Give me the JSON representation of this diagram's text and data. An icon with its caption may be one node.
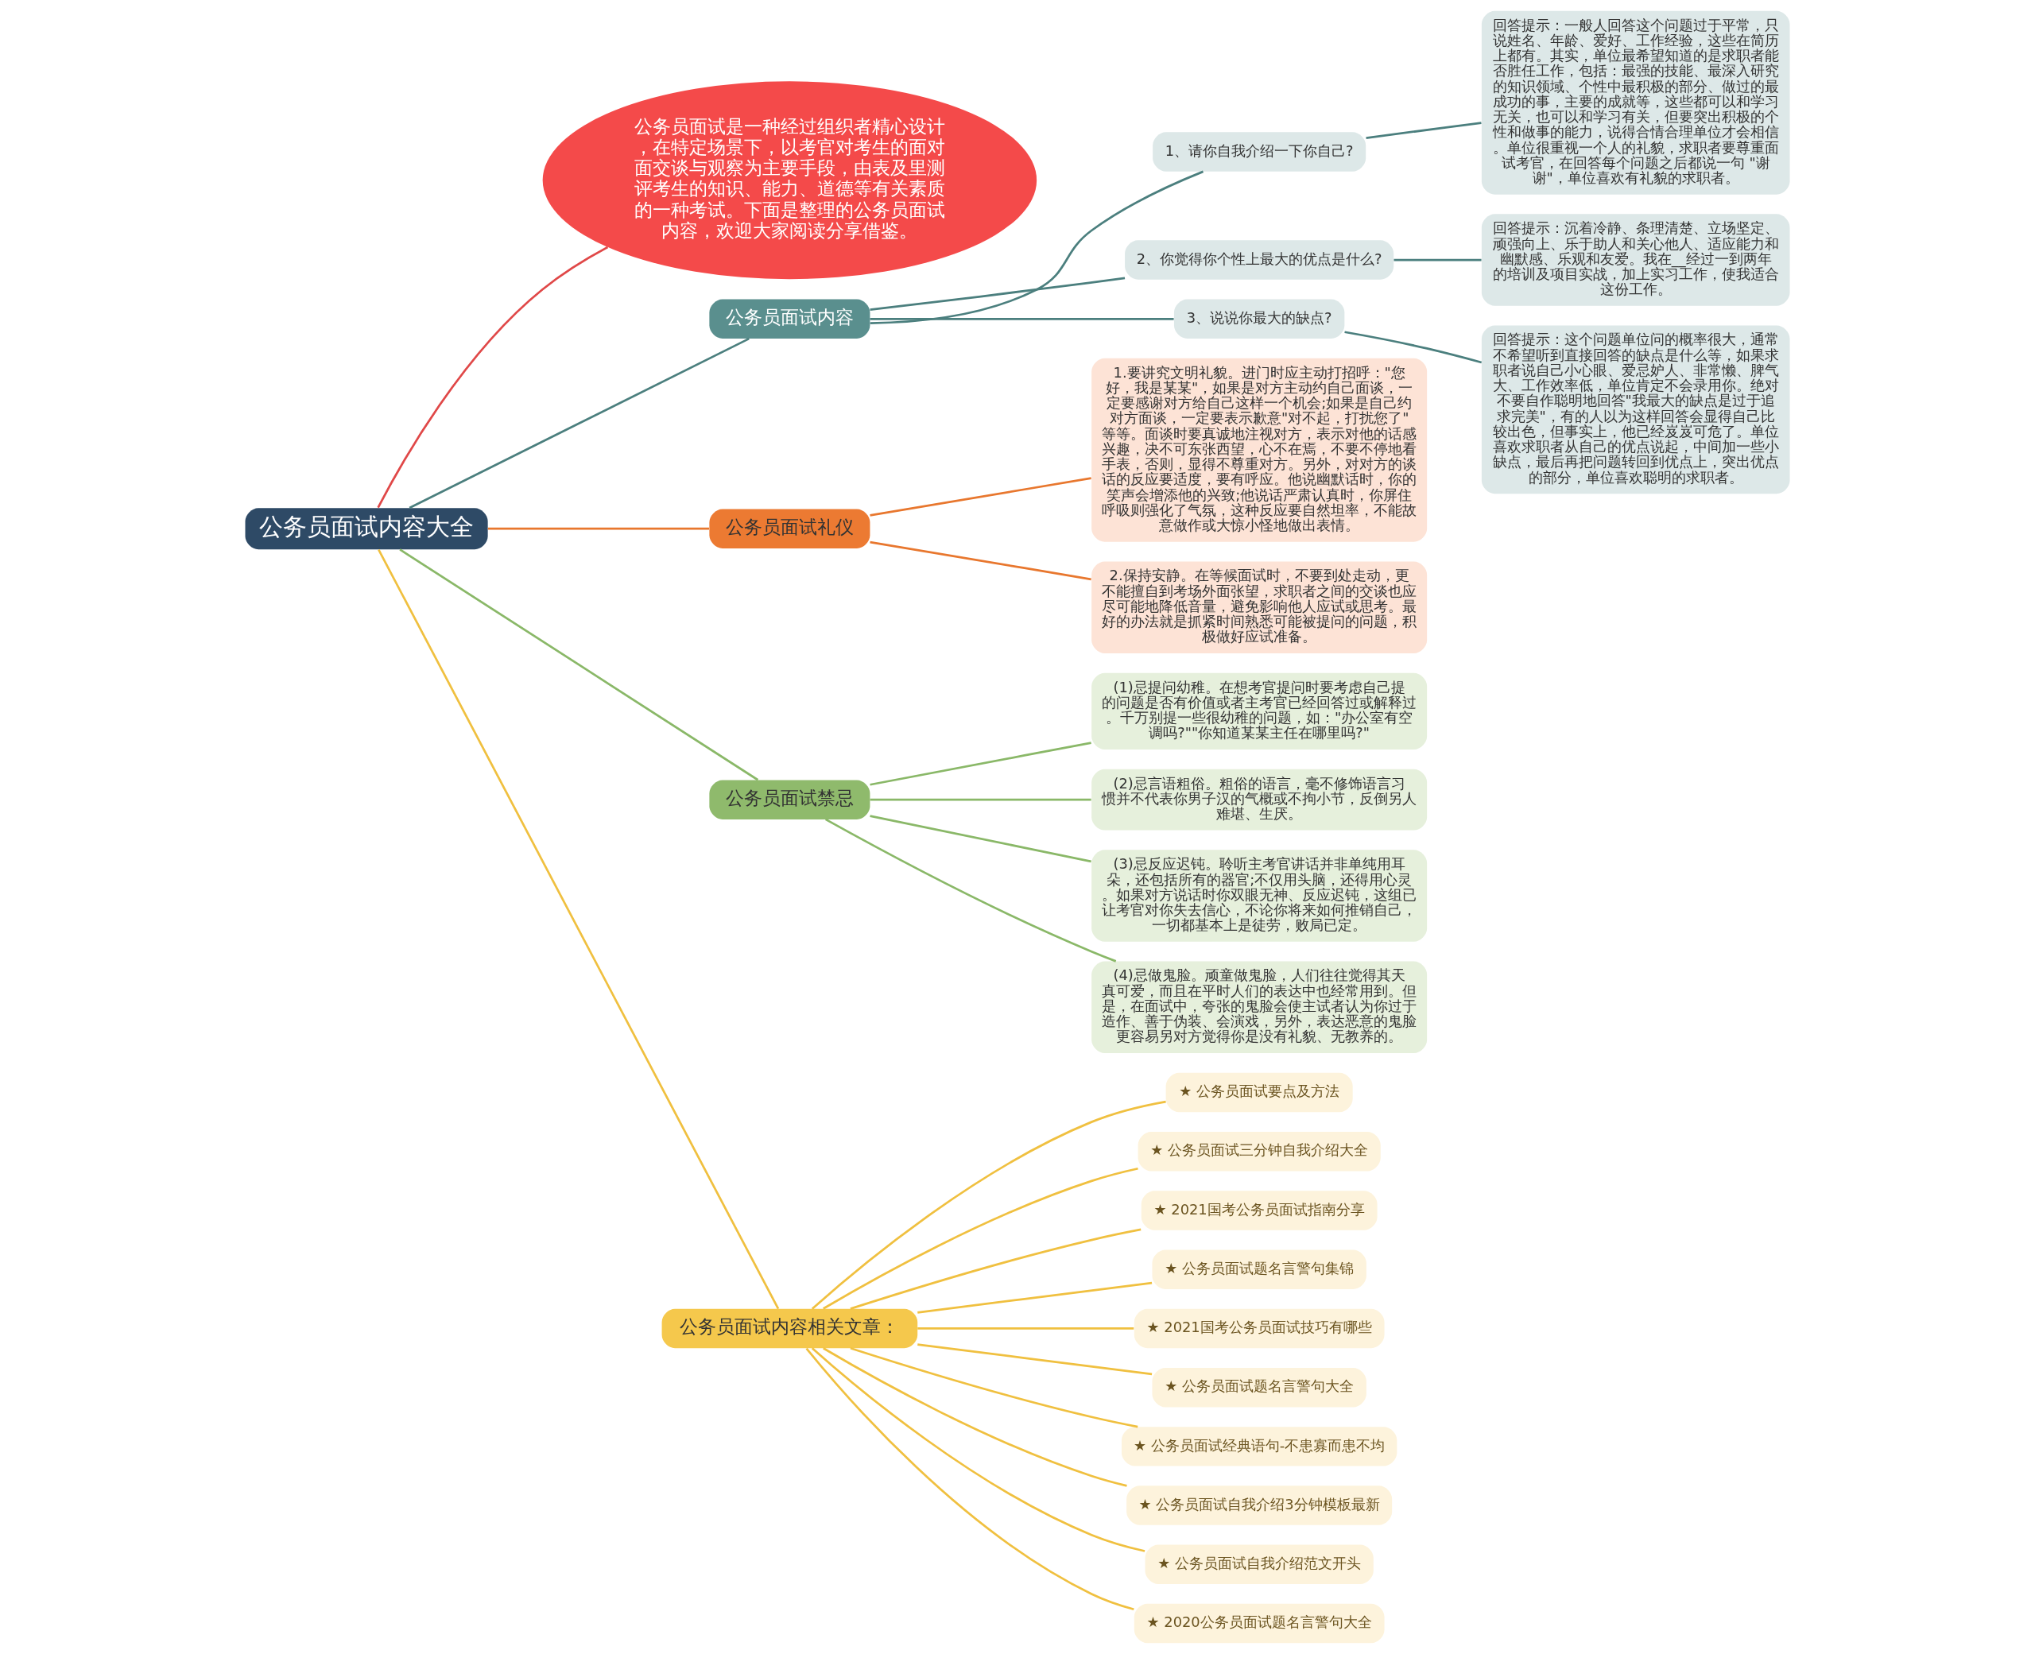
{
  "diagram": {
    "nodes": [
      {
        "text": [
          "公务员面试内容大全"
        ]
      },
      {
        "text": [
          "公务员面试是一种经过组织者精心设计，在特定场景下，以考官对考生的面对面交谈与观察为主要手段，由表及里测评考生的知识、能力、道德等有关素质的一种考试。下面是整理的公务员面试内容，欢迎大家阅读分享借鉴。"
        ]
      },
      {
        "text": [
          "公务员面试内容"
        ]
      },
      {
        "text": [
          "1、请你自我介绍一下你自己?"
        ]
      },
      {
        "text": [
          "回答提示：一般人回答这个问题过于平常，只说姓名、年龄、爱好、工作经验，这些在简历上都有。其实，单位最希望知道的是求职者能否胜任工作，包括：最强的技能、最深入研究的知识领域、个性中最积极的部分、做过的最成功的事，主要的成就等，这些都可以和学习无关，也可以和学习有关，但要突出积极的个性和做事的能力，说得合情合理单位才会相信。单位很重视一个人的礼貌，求职者要尊重面试考官，在回答每个问题之后都说一句 \"谢谢\"，单位喜欢有礼貌的求职者。"
        ]
      },
      {
        "text": [
          "2、你觉得你个性上最大的优点是什么?"
        ]
      },
      {
        "text": [
          "回答提示：沉着冷静、条理清楚、立场坚定、顽强向上、乐于助人和关心他人、适应能力和幽默感、乐观和友爱。我在__经过一到两年的培训及项目实战，加上实习工作，使我适合这份工作。"
        ]
      },
      {
        "text": [
          "3、说说你最大的缺点?"
        ]
      },
      {
        "text": [
          "回答提示：这个问题单位问的概率很大，通常不希望听到直接回答的缺点是什么等，如果求职者说自己小心眼、爱忌妒人、非常懒、脾气大、工作效率低，单位肯定不会录用你。绝对不要自作聪明地回答\"我最大的缺点是过于追求完美\"，有的人以为这样回答会显得自己比较出色，但事实上，他已经岌岌可危了。单位喜欢求职者从自己的优点说起，中间加一些小缺点，最后再把问题转回到优点上，突出优点的部分，单位喜欢聪明的求职者。"
        ]
      },
      {
        "text": [
          "公务员面试礼仪"
        ]
      },
      {
        "text": [
          "1.要讲究文明礼貌。进门时应主动打招呼：\"您好，我是某某\"，如果是对方主动约自己面谈，一定要感谢对方给自己这样一个机会;如果是自己约对方面谈，一定要表示歉意\"对不起，打扰您了\"等等。面谈时要真诚地注视对方，表示对他的话感兴趣，决不可东张西望，心不在焉，不要不停地看手表，否则，显得不尊重对方。另外，对对方的谈话的反应要适度，要有呼应。他说幽默话时，你的笑声会增添他的兴致;他说话严肃认真时，你屏住呼吸则强化了气氛，这种反应要自然坦率，不能故意做作或大惊小怪地做出表情。"
        ]
      },
      {
        "text": [
          "2.保持安静。在等候面试时，不要到处走动，更不能擅自到考场外面张望，求职者之间的交谈也应尽可能地降低音量，避免影响他人应试或思考。最好的办法就是抓紧时间熟悉可能被提问的问题，积极做好应试准备。"
        ]
      },
      {
        "text": [
          "公务员面试禁忌"
        ]
      },
      {
        "text": [
          "(1)忌提问幼稚。在想考官提问时要考虑自己提的问题是否有价值或者主考官已经回答过或解释过。千万别提一些很幼稚的问题，如：\"办公室有空调吗?\"\"你知道某某主任在哪里吗?\""
        ]
      },
      {
        "text": [
          "(2)忌言语粗俗。粗俗的语言，毫不修饰语言习惯并不代表你男子汉的气概或不拘小节，反倒另人难堪、生厌。"
        ]
      },
      {
        "text": [
          "(3)忌反应迟钝。聆听主考官讲话并非单纯用耳朵，还包括所有的器官;不仅用头脑，还得用心灵。如果对方说话时你双眼无神、反应迟钝，这组已让考官对你失去信心，不论你将来如何推销自己，一切都基本上是徒劳，败局已定。"
        ]
      },
      {
        "text": [
          "(4)忌做鬼脸。顽童做鬼脸，人们往往觉得其天真可爱，而且在平时人们的表达中也经常用到。但是，在面试中，夸张的鬼脸会使主试者认为你过于造作、善于伪装、会演戏，另外，表达恶意的鬼脸更容易另对方觉得你是没有礼貌、无教养的。"
        ]
      },
      {
        "text": [
          "公务员面试内容相关文章："
        ]
      },
      {
        "text": [
          "★ 公务员面试要点及方法"
        ]
      },
      {
        "text": [
          "★ 公务员面试三分钟自我介绍大全"
        ]
      },
      {
        "text": [
          "★ 2021国考公务员面试指南分享"
        ]
      },
      {
        "text": [
          "★ 公务员面试题名言警句集锦"
        ]
      },
      {
        "text": [
          "★ 2021国考公务员面试技巧有哪些"
        ]
      },
      {
        "text": [
          "★ 公务员面试题名言警句大全"
        ]
      },
      {
        "text": [
          "★ 公务员面试经典语句-不患寡而患不均"
        ]
      },
      {
        "text": [
          "★ 公务员面试自我介绍3分钟模板最新"
        ]
      },
      {
        "text": [
          "★ 公务员面试自我介绍范文开头"
        ]
      },
      {
        "text": [
          "★ 2020公务员面试题名言警句大全"
        ]
      }
    ],
    "edges": [
      {
        "from": 0,
        "to": 1,
        "arrow": "none",
        "color": "#e04848"
      },
      {
        "from": 0,
        "to": 2,
        "arrow": "none",
        "color": "#4b7f7e"
      },
      {
        "from": 2,
        "to": 3,
        "arrow": "none",
        "color": "#4b7f7e"
      },
      {
        "from": 3,
        "to": 4,
        "arrow": "none",
        "color": "#4b7f7e"
      },
      {
        "from": 2,
        "to": 5,
        "arrow": "none",
        "color": "#4b7f7e"
      },
      {
        "from": 5,
        "to": 6,
        "arrow": "none",
        "color": "#4b7f7e"
      },
      {
        "from": 2,
        "to": 7,
        "arrow": "none",
        "color": "#4b7f7e"
      },
      {
        "from": 7,
        "to": 8,
        "arrow": "none",
        "color": "#4b7f7e"
      },
      {
        "from": 0,
        "to": 9,
        "arrow": "none",
        "color": "#e8772e"
      },
      {
        "from": 9,
        "to": 10,
        "arrow": "none",
        "color": "#e8772e"
      },
      {
        "from": 9,
        "to": 11,
        "arrow": "none",
        "color": "#e8772e"
      },
      {
        "from": 0,
        "to": 12,
        "arrow": "none",
        "color": "#8ab868"
      },
      {
        "from": 12,
        "to": 13,
        "arrow": "none",
        "color": "#8ab868"
      },
      {
        "from": 12,
        "to": 14,
        "arrow": "none",
        "color": "#8ab868"
      },
      {
        "from": 12,
        "to": 15,
        "arrow": "none",
        "color": "#8ab868"
      },
      {
        "from": 12,
        "to": 16,
        "arrow": "none",
        "color": "#8ab868"
      },
      {
        "from": 0,
        "to": 17,
        "arrow": "none"
      },
      {
        "from": 17,
        "to": 18,
        "arrow": "none"
      },
      {
        "from": 17,
        "to": 19,
        "arrow": "none"
      },
      {
        "from": 17,
        "to": 20,
        "arrow": "none"
      },
      {
        "from": 17,
        "to": 21,
        "arrow": "none"
      },
      {
        "from": 17,
        "to": 22,
        "arrow": "none"
      },
      {
        "from": 17,
        "to": 23,
        "arrow": "none"
      },
      {
        "from": 17,
        "to": 24,
        "arrow": "none"
      },
      {
        "from": 17,
        "to": 25,
        "arrow": "none"
      },
      {
        "from": 17,
        "to": 26,
        "arrow": "none"
      },
      {
        "from": 17,
        "to": 27,
        "arrow": "none"
      }
    ]
  }
}
